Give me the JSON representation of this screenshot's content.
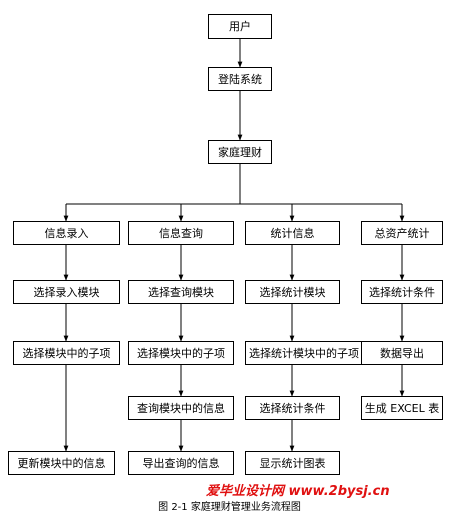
{
  "nodes": {
    "user": "用户",
    "login": "登陆系统",
    "finance": "家庭理财",
    "info_entry": "信息录入",
    "info_query": "信息查询",
    "stat_info": "统计信息",
    "total_assets": "总资产统计",
    "select_entry_module": "选择录入模块",
    "select_query_module": "选择查询模块",
    "select_stat_module": "选择统计模块",
    "select_stat_condition_1": "选择统计条件",
    "select_entry_subitem": "选择模块中的子项",
    "select_query_subitem": "选择模块中的子项",
    "select_stat_subitem": "选择统计模块中的子项",
    "data_export": "数据导出",
    "query_module_info": "查询模块中的信息",
    "select_stat_condition_2": "选择统计条件",
    "generate_excel": "生成 EXCEL 表",
    "update_module_info": "更新模块中的信息",
    "export_query_info": "导出查询的信息",
    "show_stat_chart": "显示统计图表"
  },
  "caption": "图 2-1   家庭理财管理业务流程图",
  "watermark": "爱毕业设计网 www.2bysj.cn"
}
